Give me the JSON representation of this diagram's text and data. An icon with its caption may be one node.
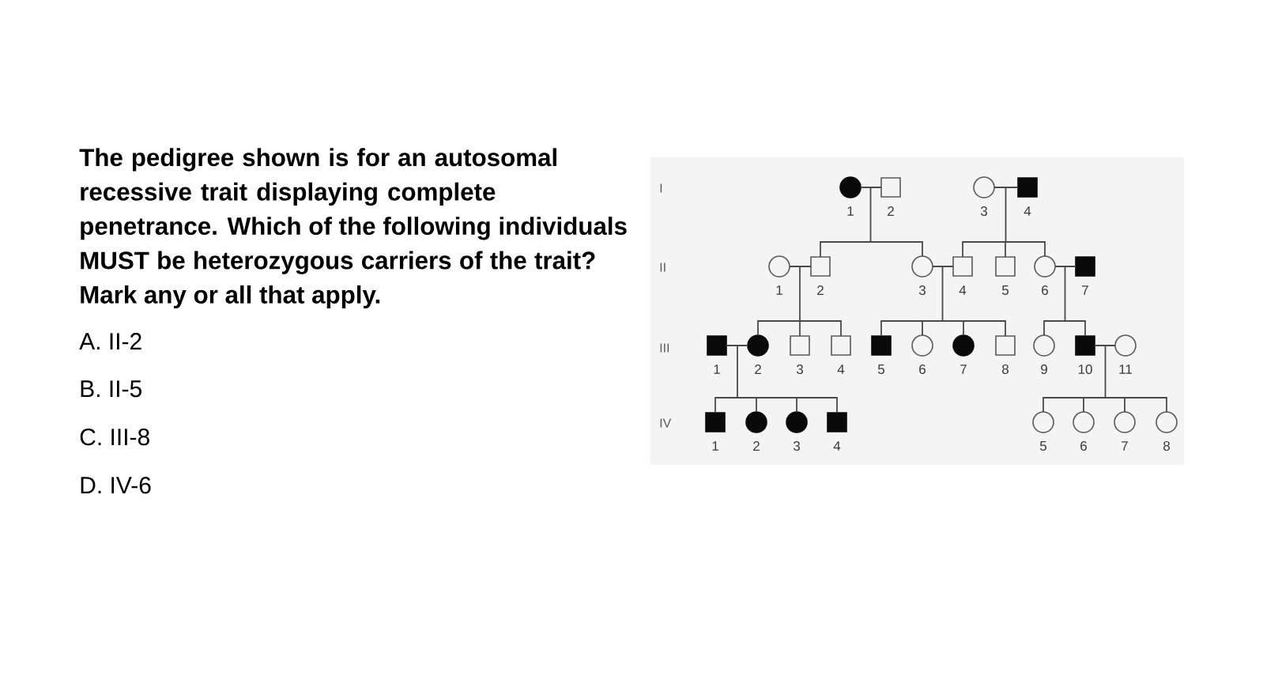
{
  "diagram": {
    "nodes": [
      {
        "text": [],
        "shape": "disc",
        "beside": [
          "1"
        ]
      },
      {
        "text": [],
        "shape": "box",
        "beside": [
          "2"
        ]
      },
      {
        "text": [],
        "shape": "circle",
        "beside": [
          "3"
        ]
      },
      {
        "text": [],
        "shape": "block",
        "beside": [
          "4"
        ]
      },
      {
        "text": [],
        "shape": "circle",
        "beside": [
          "1"
        ]
      },
      {
        "text": [],
        "shape": "box",
        "beside": [
          "2"
        ]
      },
      {
        "text": [],
        "shape": "circle",
        "beside": [
          "3"
        ]
      },
      {
        "text": [],
        "shape": "box",
        "beside": [
          "4"
        ]
      },
      {
        "text": [],
        "shape": "box",
        "beside": [
          "5"
        ]
      },
      {
        "text": [],
        "shape": "circle",
        "beside": [
          "6"
        ]
      },
      {
        "text": [],
        "shape": "block",
        "beside": [
          "7"
        ]
      },
      {
        "text": [],
        "shape": "block",
        "beside": [
          "1"
        ]
      },
      {
        "text": [],
        "shape": "disc",
        "beside": [
          "2"
        ]
      },
      {
        "text": [],
        "shape": "box",
        "beside": [
          "3"
        ]
      },
      {
        "text": [],
        "shape": "box",
        "beside": [
          "4"
        ]
      },
      {
        "text": [],
        "shape": "block",
        "beside": [
          "5"
        ]
      },
      {
        "text": [],
        "shape": "circle",
        "beside": [
          "6"
        ]
      },
      {
        "text": [],
        "shape": "disc",
        "beside": [
          "7"
        ]
      },
      {
        "text": [],
        "shape": "box",
        "beside": [
          "8"
        ]
      },
      {
        "text": [],
        "shape": "circle",
        "beside": [
          "9"
        ]
      },
      {
        "text": [],
        "shape": "block",
        "beside": [
          "10"
        ]
      },
      {
        "text": [],
        "shape": "circle",
        "beside": [
          "11"
        ]
      },
      {
        "text": [],
        "shape": "block",
        "beside": [
          "1"
        ]
      },
      {
        "text": [],
        "shape": "disc",
        "beside": [
          "2"
        ]
      },
      {
        "text": [],
        "shape": "disc",
        "beside": [
          "3"
        ]
      },
      {
        "text": [],
        "shape": "block",
        "beside": [
          "4"
        ]
      },
      {
        "text": [],
        "shape": "circle",
        "beside": [
          "5"
        ]
      },
      {
        "text": [],
        "shape": "circle",
        "beside": [
          "6"
        ]
      },
      {
        "text": [],
        "shape": "circle",
        "beside": [
          "7"
        ]
      },
      {
        "text": [],
        "shape": "circle",
        "beside": [
          "8"
        ]
      }
    ],
    "edges": [
      {
        "from": 0,
        "to": 1,
        "arrow": "none"
      },
      {
        "from": 0,
        "to": 5,
        "arrow": "none"
      },
      {
        "from": 1,
        "to": 5,
        "arrow": "none"
      },
      {
        "from": 0,
        "to": 6,
        "arrow": "none"
      },
      {
        "from": 1,
        "to": 6,
        "arrow": "none"
      },
      {
        "from": 2,
        "to": 3,
        "arrow": "none"
      },
      {
        "from": 2,
        "to": 7,
        "arrow": "none"
      },
      {
        "from": 3,
        "to": 7,
        "arrow": "none"
      },
      {
        "from": 2,
        "to": 8,
        "arrow": "none"
      },
      {
        "from": 3,
        "to": 8,
        "arrow": "none"
      },
      {
        "from": 2,
        "to": 9,
        "arrow": "none"
      },
      {
        "from": 3,
        "to": 9,
        "arrow": "none"
      },
      {
        "from": 4,
        "to": 5,
        "arrow": "none"
      },
      {
        "from": 4,
        "to": 12,
        "arrow": "none"
      },
      {
        "from": 5,
        "to": 12,
        "arrow": "none"
      },
      {
        "from": 4,
        "to": 13,
        "arrow": "none"
      },
      {
        "from": 5,
        "to": 13,
        "arrow": "none"
      },
      {
        "from": 4,
        "to": 14,
        "arrow": "none"
      },
      {
        "from": 5,
        "to": 14,
        "arrow": "none"
      },
      {
        "from": 6,
        "to": 7,
        "arrow": "none"
      },
      {
        "from": 6,
        "to": 15,
        "arrow": "none"
      },
      {
        "from": 7,
        "to": 15,
        "arrow": "none"
      },
      {
        "from": 6,
        "to": 16,
        "arrow": "none"
      },
      {
        "from": 7,
        "to": 16,
        "arrow": "none"
      },
      {
        "from": 6,
        "to": 17,
        "arrow": "none"
      },
      {
        "from": 7,
        "to": 17,
        "arrow": "none"
      },
      {
        "from": 6,
        "to": 18,
        "arrow": "none"
      },
      {
        "from": 7,
        "to": 18,
        "arrow": "none"
      },
      {
        "from": 9,
        "to": 10,
        "arrow": "none"
      },
      {
        "from": 9,
        "to": 19,
        "arrow": "none"
      },
      {
        "from": 10,
        "to": 19,
        "arrow": "none"
      },
      {
        "from": 9,
        "to": 20,
        "arrow": "none"
      },
      {
        "from": 10,
        "to": 20,
        "arrow": "none"
      },
      {
        "from": 11,
        "to": 12,
        "arrow": "none"
      },
      {
        "from": 11,
        "to": 22,
        "arrow": "none"
      },
      {
        "from": 12,
        "to": 22,
        "arrow": "none"
      },
      {
        "from": 11,
        "to": 23,
        "arrow": "none"
      },
      {
        "from": 12,
        "to": 23,
        "arrow": "none"
      },
      {
        "from": 11,
        "to": 24,
        "arrow": "none"
      },
      {
        "from": 12,
        "to": 24,
        "arrow": "none"
      },
      {
        "from": 11,
        "to": 25,
        "arrow": "none"
      },
      {
        "from": 12,
        "to": 25,
        "arrow": "none"
      },
      {
        "from": 20,
        "to": 21,
        "arrow": "none"
      },
      {
        "from": 20,
        "to": 26,
        "arrow": "none"
      },
      {
        "from": 21,
        "to": 26,
        "arrow": "none"
      },
      {
        "from": 20,
        "to": 27,
        "arrow": "none"
      },
      {
        "from": 21,
        "to": 27,
        "arrow": "none"
      },
      {
        "from": 20,
        "to": 28,
        "arrow": "none"
      },
      {
        "from": 21,
        "to": 28,
        "arrow": "none"
      },
      {
        "from": 20,
        "to": 29,
        "arrow": "none"
      },
      {
        "from": 21,
        "to": 29,
        "arrow": "none"
      }
    ],
    "labels": [
      "The pedigree shown is for an autosomal recessive trait displaying complete penetrance. Which of the following individuals MUST be heterozygous carriers of the trait? Mark any or all that apply.",
      "A. II-2",
      "B. II-5",
      "C. III-8",
      "D. IV-6",
      "I",
      "II",
      "III",
      "IV"
    ]
  }
}
